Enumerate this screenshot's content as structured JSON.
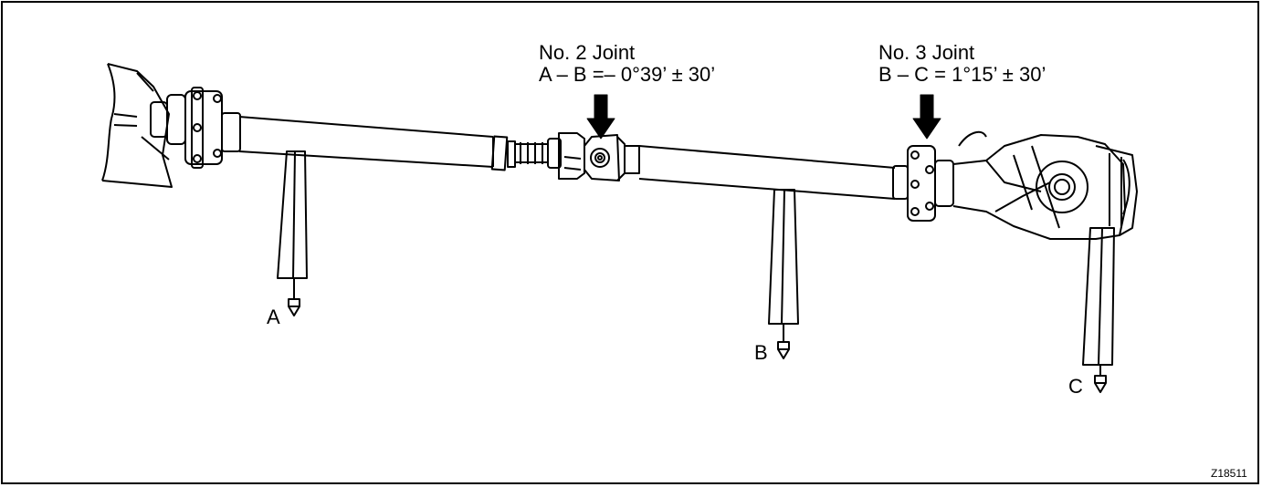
{
  "joint2": {
    "title": "No. 2 Joint",
    "spec": "A – B =– 0°39’ ± 30’"
  },
  "joint3": {
    "title": "No. 3 Joint",
    "spec": "B – C = 1°15’ ± 30’"
  },
  "points": {
    "a": "A",
    "b": "B",
    "c": "C"
  },
  "figure_id": "Z18511"
}
